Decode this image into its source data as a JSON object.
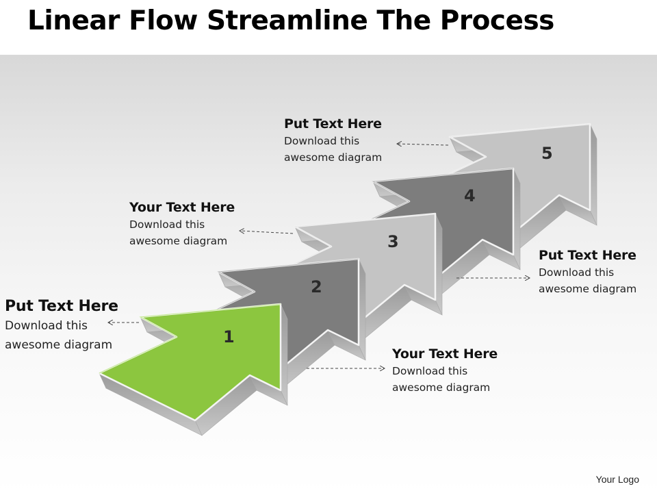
{
  "title": "Linear Flow Streamline The Process",
  "steps": [
    {
      "number": "1",
      "heading": "Put Text Here",
      "text_line1": "Download this",
      "text_line2": "awesome diagram",
      "color": "#8cc63f"
    },
    {
      "number": "2",
      "heading": "Your Text Here",
      "text_line1": "Download this",
      "text_line2": "awesome diagram",
      "color": "#7d7d7d"
    },
    {
      "number": "3",
      "heading": "Your Text Here",
      "text_line1": "Download this",
      "text_line2": "awesome diagram",
      "color": "#c4c4c4"
    },
    {
      "number": "4",
      "heading": "Put Text Here",
      "text_line1": "Download this",
      "text_line2": "awesome diagram",
      "color": "#7d7d7d"
    },
    {
      "number": "5",
      "heading": "Put Text Here",
      "text_line1": "Download this",
      "text_line2": "awesome diagram",
      "color": "#c4c4c4"
    }
  ],
  "logo": "Your Logo"
}
